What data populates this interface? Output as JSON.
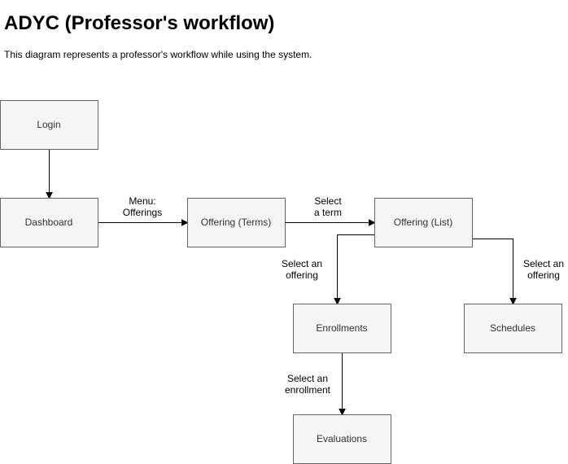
{
  "page": {
    "title": "ADYC (Professor's workflow)",
    "description": "This diagram represents a professor's workflow while using the system."
  },
  "colors": {
    "node_fill": "#f5f5f5",
    "node_stroke": "#666666",
    "node_text": "#333333",
    "edge": "#000000"
  },
  "diagram": {
    "nodes": [
      {
        "id": "login",
        "label": "Login"
      },
      {
        "id": "dashboard",
        "label": "Dashboard"
      },
      {
        "id": "offering-terms",
        "label": "Offering (Terms)"
      },
      {
        "id": "offering-list",
        "label": "Offering (List)"
      },
      {
        "id": "enrollments",
        "label": "Enrollments"
      },
      {
        "id": "schedules",
        "label": "Schedules"
      },
      {
        "id": "evaluations",
        "label": "Evaluations"
      }
    ],
    "edges": [
      {
        "id": "login-dashboard",
        "from": "login",
        "to": "dashboard",
        "label": []
      },
      {
        "id": "dashboard-offering-terms",
        "from": "dashboard",
        "to": "offering-terms",
        "label": [
          "Menu:",
          "Offerings"
        ]
      },
      {
        "id": "offering-terms-offering-list",
        "from": "offering-terms",
        "to": "offering-list",
        "label": [
          "Select",
          "a term"
        ]
      },
      {
        "id": "offering-list-enrollments",
        "from": "offering-list",
        "to": "enrollments",
        "label": [
          "Select an",
          "offering"
        ]
      },
      {
        "id": "offering-list-schedules",
        "from": "offering-list",
        "to": "schedules",
        "label": [
          "Select an",
          "offering"
        ]
      },
      {
        "id": "enrollments-evaluations",
        "from": "enrollments",
        "to": "evaluations",
        "label": [
          "Select an",
          "enrollment"
        ]
      }
    ]
  }
}
